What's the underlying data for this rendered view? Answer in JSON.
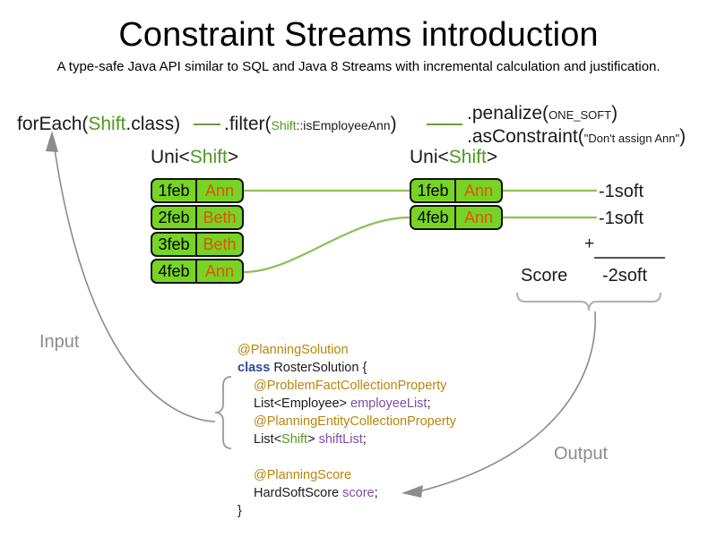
{
  "header": {
    "title": "Constraint Streams introduction",
    "subtitle": "A type-safe Java API similar to SQL and Java 8 Streams with incremental calculation and justification."
  },
  "pipeline": {
    "foreach": {
      "prefix": "forEach(",
      "type": "Shift",
      "suffix": ".class)"
    },
    "filter": {
      "prefix": ".filter(",
      "type": "Shift",
      "method": "::isEmployeeAnn",
      "suffix": ")"
    },
    "penalize": {
      "prefix": ".penalize(",
      "arg": "ONE_SOFT",
      "suffix": ")"
    },
    "as_constraint": {
      "prefix": ".asConstraint(",
      "arg": "\"Don't assign Ann\"",
      "suffix": ")"
    }
  },
  "streams": [
    {
      "name": "uni-left",
      "label": {
        "prefix": "Uni<",
        "type": "Shift",
        "suffix": ">"
      },
      "rows": [
        {
          "date": "1feb",
          "employee": "Ann"
        },
        {
          "date": "2feb",
          "employee": "Beth"
        },
        {
          "date": "3feb",
          "employee": "Beth"
        },
        {
          "date": "4feb",
          "employee": "Ann"
        }
      ]
    },
    {
      "name": "uni-right",
      "label": {
        "prefix": "Uni<",
        "type": "Shift",
        "suffix": ">"
      },
      "rows": [
        {
          "date": "1feb",
          "employee": "Ann"
        },
        {
          "date": "4feb",
          "employee": "Ann"
        }
      ]
    }
  ],
  "penalties": [
    {
      "value": "-1soft"
    },
    {
      "value": "-1soft"
    }
  ],
  "score_summary": {
    "plus": "+",
    "score_word": "Score",
    "total": "-2soft"
  },
  "flow_labels": {
    "input": "Input",
    "output": "Output"
  },
  "code": {
    "lines": [
      {
        "indent": 0,
        "parts": [
          {
            "text": "@PlanningSolution",
            "style": "ann"
          }
        ]
      },
      {
        "indent": 0,
        "parts": [
          {
            "text": "class ",
            "style": "kw"
          },
          {
            "text": "RosterSolution {",
            "style": "plain"
          }
        ]
      },
      {
        "indent": 1,
        "parts": [
          {
            "text": "@ProblemFactCollectionProperty",
            "style": "ann"
          }
        ]
      },
      {
        "indent": 1,
        "parts": [
          {
            "text": "List<Employee> ",
            "style": "plain"
          },
          {
            "text": "employeeList",
            "style": "fld"
          },
          {
            "text": ";",
            "style": "plain"
          }
        ]
      },
      {
        "indent": 1,
        "parts": [
          {
            "text": "@PlanningEntityCollectionProperty",
            "style": "ann"
          }
        ]
      },
      {
        "indent": 1,
        "parts": [
          {
            "text": "List<",
            "style": "plain"
          },
          {
            "text": "Shift",
            "style": "typ"
          },
          {
            "text": "> ",
            "style": "plain"
          },
          {
            "text": "shiftList",
            "style": "fld"
          },
          {
            "text": ";",
            "style": "plain"
          }
        ]
      },
      {
        "indent": 0,
        "parts": [
          {
            "text": " ",
            "style": "plain"
          }
        ]
      },
      {
        "indent": 1,
        "parts": [
          {
            "text": "@PlanningScore",
            "style": "ann"
          }
        ]
      },
      {
        "indent": 1,
        "parts": [
          {
            "text": "HardSoftScore ",
            "style": "plain"
          },
          {
            "text": "score",
            "style": "fld"
          },
          {
            "text": ";",
            "style": "plain"
          }
        ]
      },
      {
        "indent": 0,
        "parts": [
          {
            "text": "}",
            "style": "plain"
          }
        ]
      }
    ]
  },
  "colors": {
    "type_green": "#4d9a1f",
    "box_fill": "#77d424",
    "employee_orange": "#e2520b",
    "connector_green": "#8cc152",
    "annotation_gold": "#b8860b",
    "keyword_blue": "#2b4a9b",
    "field_purple": "#7b4fa8",
    "arrow_gray": "#8c8c8c"
  }
}
